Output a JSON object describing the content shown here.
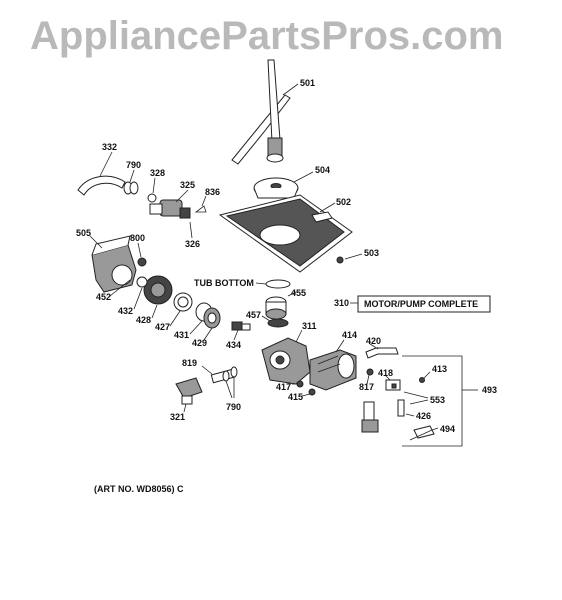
{
  "watermark": "AppliancePartsPros.com",
  "callouts": {
    "c501": "501",
    "c504": "504",
    "c502": "502",
    "c503": "503",
    "c332": "332",
    "c790a": "790",
    "c328": "328",
    "c325": "325",
    "c836": "836",
    "c326": "326",
    "c505": "505",
    "c800": "800",
    "c452": "452",
    "c432": "432",
    "c428": "428",
    "c427": "427",
    "c431": "431",
    "c429": "429",
    "c434": "434",
    "c455": "455",
    "c457": "457",
    "c311": "311",
    "c414": "414",
    "c420": "420",
    "c310": "310",
    "c819": "819",
    "c321": "321",
    "c790b": "790",
    "c417": "417",
    "c415": "415",
    "c817": "817",
    "c418": "418",
    "c413": "413",
    "c493": "493",
    "c553": "553",
    "c426": "426",
    "c494": "494"
  },
  "tub_bottom_label": "TUB BOTTOM",
  "motor_pump_label": "MOTOR/PUMP COMPLETE",
  "art_no": "(ART NO. WD8056) C",
  "colors": {
    "ink": "#222222",
    "watermark": "#b9b9b9",
    "plate": "#555555"
  }
}
